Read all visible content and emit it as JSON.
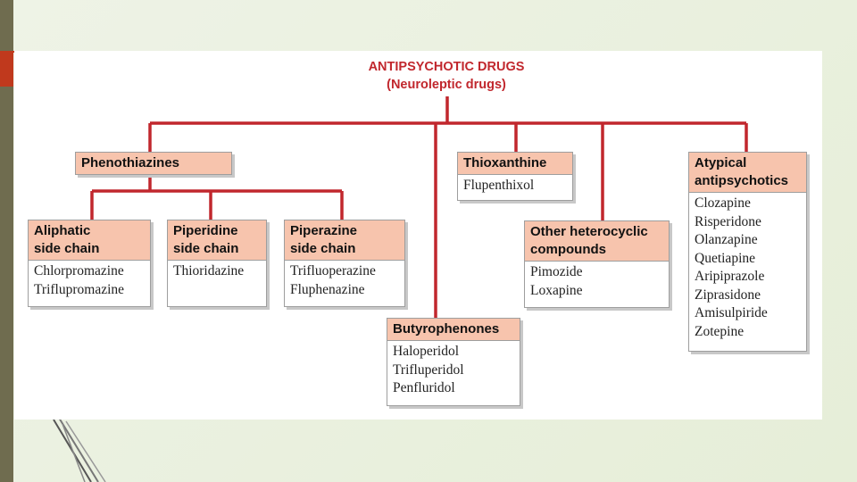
{
  "title": {
    "line1": "ANTIPSYCHOTIC DRUGS",
    "line2": "(Neuroleptic drugs)"
  },
  "colors": {
    "connector": "#c1272d",
    "header_fill": "#f7c4ad",
    "title": "#c1272d"
  },
  "groups": {
    "phenothiazines": {
      "label": "Phenothiazines"
    },
    "aliphatic": {
      "label1": "Aliphatic",
      "label2": "side chain",
      "items": [
        "Chlorpromazine",
        "Triflupromazine"
      ]
    },
    "piperidine": {
      "label1": "Piperidine",
      "label2": "side chain",
      "items": [
        "Thioridazine"
      ]
    },
    "piperazine": {
      "label1": "Piperazine",
      "label2": "side chain",
      "items": [
        "Trifluoperazine",
        "Fluphenazine"
      ]
    },
    "butyrophenones": {
      "label": "Butyrophenones",
      "items": [
        "Haloperidol",
        "Trifluperidol",
        "Penfluridol"
      ]
    },
    "thioxanthine": {
      "label": "Thioxanthine",
      "items": [
        "Flupenthixol"
      ]
    },
    "heterocyclic": {
      "label1": "Other heterocyclic",
      "label2": "compounds",
      "items": [
        "Pimozide",
        "Loxapine"
      ]
    },
    "atypical": {
      "label1": "Atypical",
      "label2": "antipsychotics",
      "items": [
        "Clozapine",
        "Risperidone",
        "Olanzapine",
        "Quetiapine",
        "Aripiprazole",
        "Ziprasidone",
        "Amisulpiride",
        "Zotepine"
      ]
    }
  }
}
